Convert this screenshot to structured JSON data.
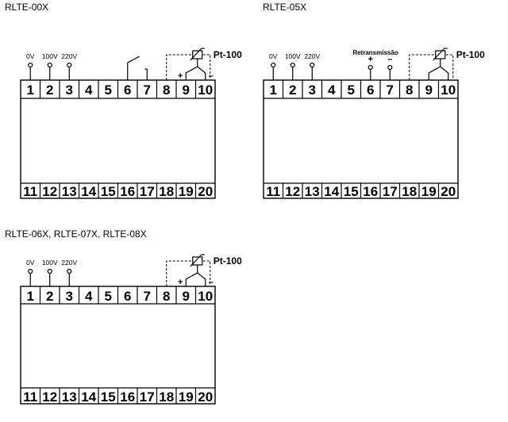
{
  "diagrams": [
    {
      "title": "RLTE-00X",
      "voltages": [
        "0V",
        "100V",
        "220V"
      ],
      "top_terminals": [
        "1",
        "2",
        "3",
        "4",
        "5",
        "6",
        "7",
        "8",
        "9",
        "10"
      ],
      "bottom_terminals": [
        "11",
        "12",
        "13",
        "14",
        "15",
        "16",
        "17",
        "18",
        "19",
        "20"
      ],
      "sensor_label": "Pt-100",
      "plus": "+",
      "minus": "–",
      "has_relay": true,
      "has_retrans": false
    },
    {
      "title": "RLTE-05X",
      "voltages": [
        "0V",
        "100V",
        "220V"
      ],
      "top_terminals": [
        "1",
        "2",
        "3",
        "4",
        "5",
        "6",
        "7",
        "8",
        "9",
        "10"
      ],
      "bottom_terminals": [
        "11",
        "12",
        "13",
        "14",
        "15",
        "16",
        "17",
        "18",
        "19",
        "20"
      ],
      "sensor_label": "Pt-100",
      "retrans_label": "Retransmissão",
      "retrans_plus": "+",
      "retrans_minus": "–",
      "has_relay": false,
      "has_retrans": true
    },
    {
      "title": "RLTE-06X, RLTE-07X, RLTE-08X",
      "voltages": [
        "0V",
        "100V",
        "220V"
      ],
      "top_terminals": [
        "1",
        "2",
        "3",
        "4",
        "5",
        "6",
        "7",
        "8",
        "9",
        "10"
      ],
      "bottom_terminals": [
        "11",
        "12",
        "13",
        "14",
        "15",
        "16",
        "17",
        "18",
        "19",
        "20"
      ],
      "sensor_label": "Pt-100",
      "plus": "+",
      "minus": "–",
      "has_relay": false,
      "has_retrans": false
    }
  ]
}
